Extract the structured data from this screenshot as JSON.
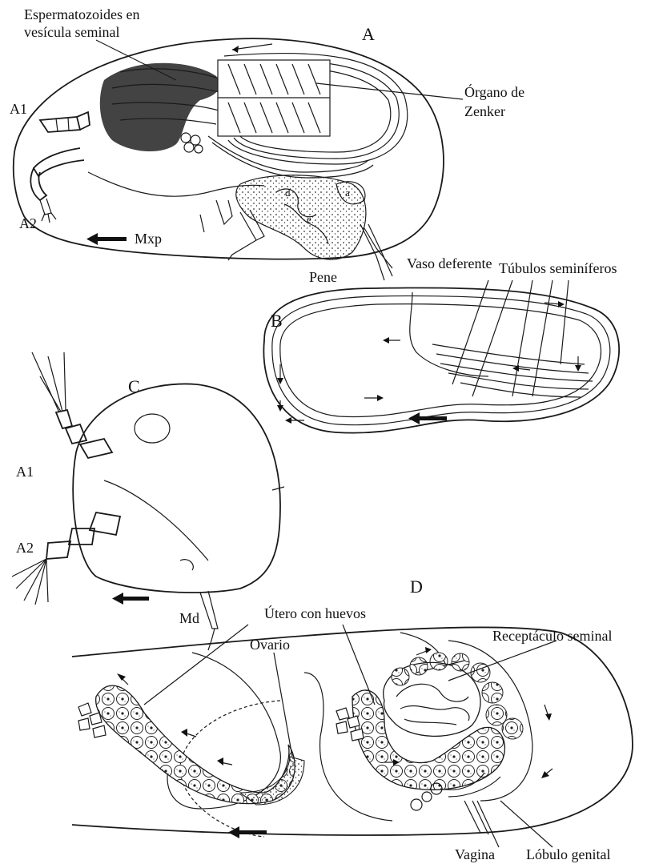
{
  "panels": {
    "A": {
      "letter": "A",
      "espermatozoides_line1": "Espermatozoides en",
      "espermatozoides_line2": "vesícula seminal",
      "organo_line1": "Órgano de",
      "organo_line2": "Zenker",
      "a1": "A1",
      "a2": "A2",
      "mxp": "Mxp",
      "pene": "Pene",
      "d": "d",
      "e": "e",
      "a": "a"
    },
    "B": {
      "letter": "B",
      "vaso_deferente": "Vaso deferente",
      "tubulos": "Túbulos seminíferos"
    },
    "C": {
      "letter": "C",
      "a1": "A1",
      "a2": "A2",
      "md": "Md"
    },
    "D": {
      "letter": "D",
      "utero": "Útero con huevos",
      "ovario": "Ovario",
      "receptaculo": "Receptáculo seminal",
      "vagina": "Vagina",
      "lobulo": "Lóbulo genital"
    }
  },
  "colors": {
    "ink": "#1a1a1a",
    "background": "#ffffff"
  }
}
